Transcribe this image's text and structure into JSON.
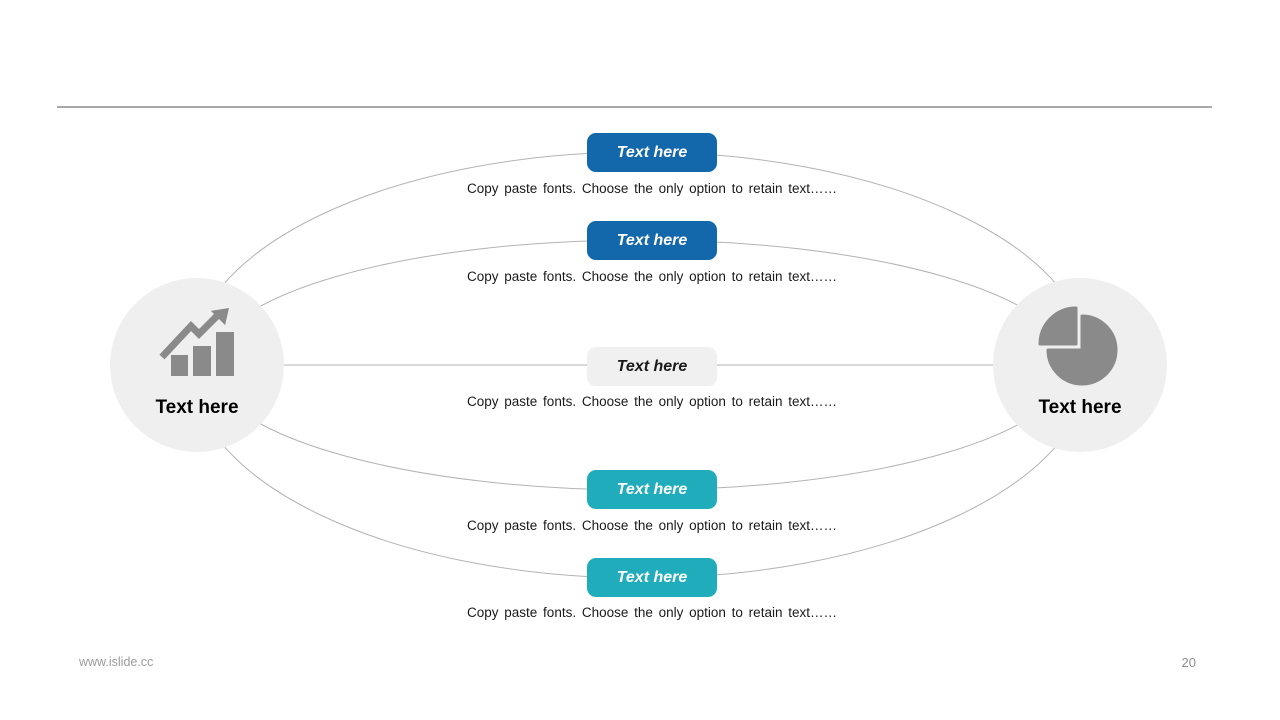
{
  "slide": {
    "footer": {
      "website": "www.islide.cc",
      "page_number": "20"
    },
    "left_node": {
      "label": "Text here",
      "icon": "bar-chart"
    },
    "right_node": {
      "label": "Text here",
      "icon": "pie-chart"
    },
    "rows": [
      {
        "label": "Text here",
        "description": "Copy paste fonts. Choose the only option to retain text……",
        "button_color": "#1268ab",
        "label_color": "#ffffff"
      },
      {
        "label": "Text here",
        "description": "Copy paste fonts. Choose the only option to retain text……",
        "button_color": "#1268ab",
        "label_color": "#ffffff"
      },
      {
        "label": "Text here",
        "description": "Copy paste fonts. Choose the only option to retain text……",
        "button_color": "#f0f0f0",
        "label_color": "#1a1a1a"
      },
      {
        "label": "Text here",
        "description": "Copy paste fonts. Choose the only option to retain text……",
        "button_color": "#20acba",
        "label_color": "#ffffff"
      },
      {
        "label": "Text here",
        "description": "Copy paste fonts. Choose the only option to retain text……",
        "button_color": "#20acba",
        "label_color": "#ffffff"
      }
    ],
    "colors": {
      "blue_accent": "#1268ab",
      "teal_accent": "#20acba",
      "gray_pill": "#f0f0f0",
      "circle_background": "#efefef",
      "icon_gray": "#8a8a8a",
      "connector_gray": "#b3b3b3",
      "divider_gray": "#a9a9a9"
    }
  }
}
